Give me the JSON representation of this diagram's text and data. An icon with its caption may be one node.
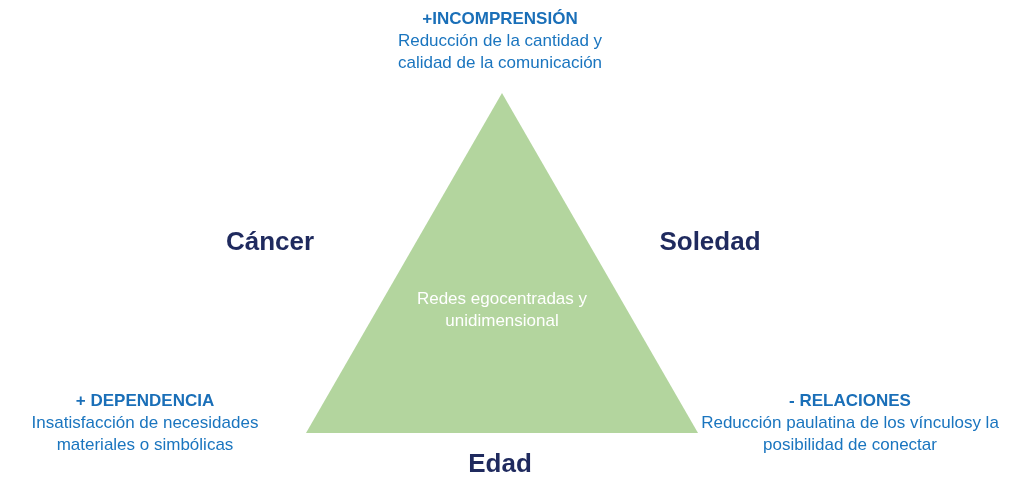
{
  "diagram": {
    "nodes": [
      {
        "text": [
          "Redes egocentradas y unidimensional"
        ]
      }
    ],
    "edges": [],
    "labels": [
      "+INCOMPRENSIÓN",
      "Reducción de la cantidad y calidad de la comunicación",
      "Cáncer",
      "Soledad",
      "+ DEPENDENCIA",
      "Insatisfacción de necesidades materiales o simbólicas",
      "- RELACIONES",
      "Reducción paulatina de los vínculosy la posibilidad de conectar",
      "Edad"
    ]
  }
}
